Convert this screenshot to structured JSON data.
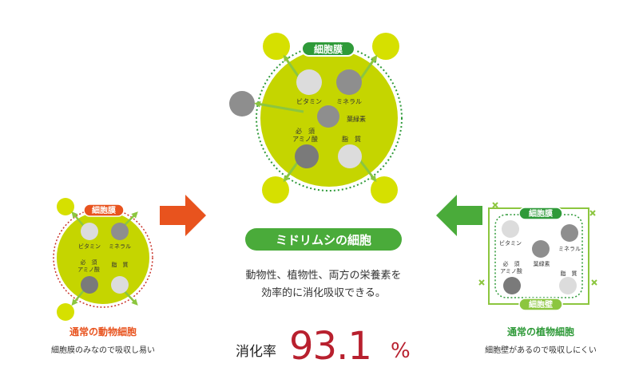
{
  "colors": {
    "lime": "#c5d500",
    "lime_light": "#d6e000",
    "green_dark": "#2f9a39",
    "green_mid": "#4aab3a",
    "orange": "#e8531e",
    "red_dot": "#c8342a",
    "arrow_green": "#8cc63f",
    "gray_light": "#dcdcdc",
    "gray_mid": "#8e8e8e",
    "gray_dark": "#7a7a7a",
    "crimson": "#b8202e"
  },
  "center_cell": {
    "membrane_label": "細胞膜",
    "nutrients": {
      "vitamin": "ビタミン",
      "mineral": "ミネラル",
      "chlorophyll": "葉緑素",
      "amino_line1": "必　須",
      "amino_line2": "アミノ酸",
      "lipid": "脂　質"
    }
  },
  "animal_cell": {
    "membrane_label": "細胞膜",
    "nutrients": {
      "vitamin": "ビタミン",
      "mineral": "ミネラル",
      "amino_line1": "必　須",
      "amino_line2": "アミノ酸",
      "lipid": "脂　質"
    },
    "title": "通常の動物細胞",
    "caption": "細胞膜のみなので吸収し易い"
  },
  "plant_cell": {
    "membrane_label": "細胞膜",
    "wall_label": "細胞壁",
    "nutrients": {
      "vitamin": "ビタミン",
      "mineral": "ミネラル",
      "chlorophyll": "葉緑素",
      "amino_line1": "必　須",
      "amino_line2": "アミノ酸",
      "lipid": "脂　質"
    },
    "title": "通常の植物細胞",
    "caption": "細胞壁があるので吸収しにくい"
  },
  "midori": {
    "pill_label": "ミドリムシの細胞",
    "desc_line1": "動物性、植物性、両方の栄養素を",
    "desc_line2": "効率的に消化吸収できる。",
    "rate_label": "消化率",
    "rate_value": "93.1",
    "rate_unit": "%"
  }
}
